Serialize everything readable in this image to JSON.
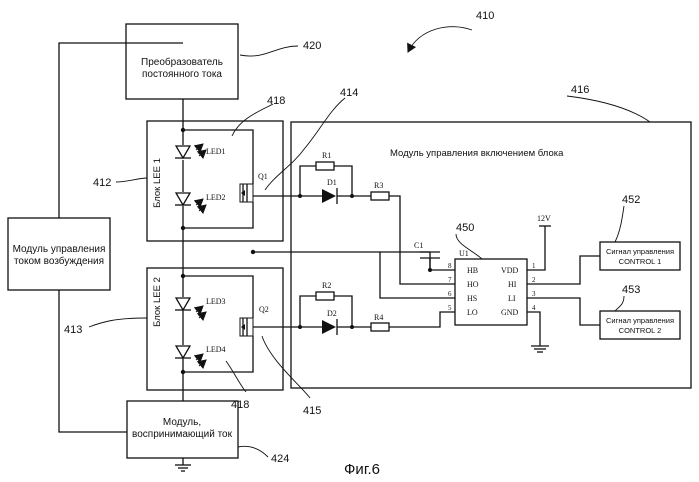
{
  "labels": {
    "converter": [
      "Преобразователь",
      "постоянного тока"
    ],
    "excitation": [
      "Модуль управления",
      "током возбуждения"
    ],
    "sensing": [
      "Модуль,",
      "воспринимающий ток"
    ],
    "enable_module": "Модуль управления включением блока",
    "block1": "Блок LEE 1",
    "block2": "Блок LEE 2",
    "signal1": [
      "Сигнал управления",
      "CONTROL 1"
    ],
    "signal2": [
      "Сигнал управления",
      "CONTROL 2"
    ],
    "caption": "Фиг.6"
  },
  "refs": {
    "r410": "410",
    "r420": "420",
    "r416": "416",
    "r418a": "418",
    "r414": "414",
    "r412": "412",
    "r413": "413",
    "r450": "450",
    "r452": "452",
    "r453": "453",
    "r418b": "418",
    "r415": "415",
    "r424": "424"
  },
  "components": {
    "led1": "LED1",
    "led2": "LED2",
    "led3": "LED3",
    "led4": "LED4",
    "q1": "Q1",
    "q2": "Q2",
    "r1": "R1",
    "r2": "R2",
    "r3": "R3",
    "r4": "R4",
    "d1": "D1",
    "d2": "D2",
    "c1": "C1",
    "u1": "U1",
    "v12": "12V"
  },
  "ic": {
    "left_pins": [
      "HB",
      "HO",
      "HS",
      "LO"
    ],
    "left_nums": [
      "8",
      "7",
      "6",
      "5"
    ],
    "right_pins": [
      "VDD",
      "HI",
      "LI",
      "GND"
    ],
    "right_nums": [
      "1",
      "2",
      "3",
      "4"
    ]
  }
}
